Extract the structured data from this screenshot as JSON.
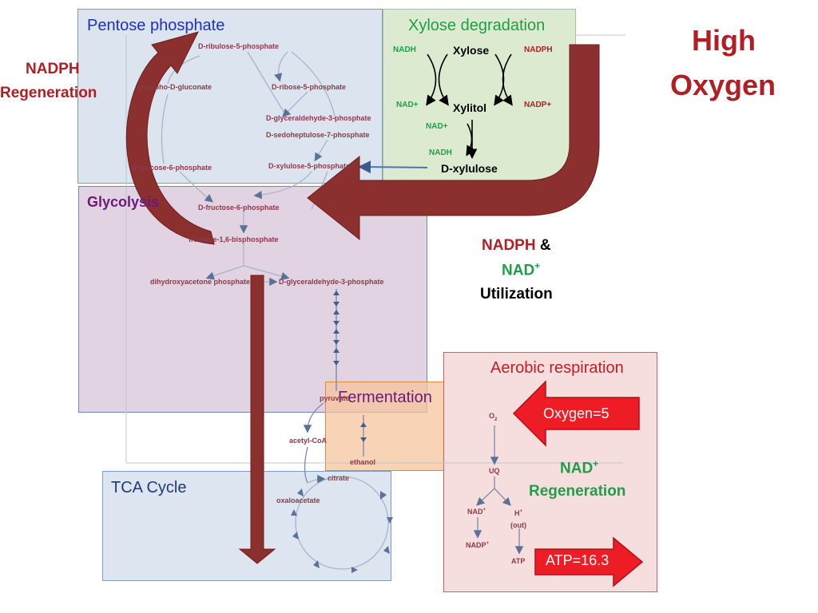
{
  "condition": {
    "line1": "High",
    "line2": "Oxygen"
  },
  "nadph_regen": {
    "line1": "NADPH",
    "line2": "Regeneration"
  },
  "utilization": {
    "nadph": "NADPH",
    "amp": " &",
    "nad": "NAD",
    "sup": "+",
    "word": "Utilization"
  },
  "nad_regen": {
    "nad": "NAD",
    "sup": "+",
    "word": "Regeneration"
  },
  "modules": {
    "pentose": "Pentose phosphate",
    "xylose": "Xylose degradation",
    "glycolysis": "Glycolysis",
    "fermentation": "Fermentation",
    "tca": "TCA Cycle",
    "aerobic": "Aerobic respiration"
  },
  "xylose_pathway": {
    "xylose": "Xylose",
    "xylitol": "Xylitol",
    "xylulose": "D-xylulose",
    "nadh_left": "NADH",
    "nad_left": "NAD+",
    "nadph_right": "NADPH",
    "nadp_right": "NADP+",
    "nad_mid": "NAD+",
    "nadh_mid": "NADH"
  },
  "metabolites": {
    "ribulose5p": "D-ribulose-5-phosphate",
    "gluconate": "phospho-D-gluconate",
    "ribose5p": "D-ribose-5-phosphate",
    "g3p_ppp": "D-glyceraldehyde-3-phosphate",
    "s7p": "D-sedoheptulose-7-phosphate",
    "g6p": "D-glucose-6-phosphate",
    "xu5p": "D-xylulose-5-phosphate",
    "f6p": "D-fructose-6-phosphate",
    "fbp": "fructose-1,6-bisphosphate",
    "dhap": "dihydroxyacetone phosphate",
    "g3p": "D-glyceraldehyde-3-phosphate",
    "pyruvate": "pyruvate",
    "acetylcoa": "acetyl-CoA",
    "ethanol": "ethanol",
    "citrate": "citrate",
    "oxaloacetate": "oxaloacetate"
  },
  "respiration": {
    "o2": "O",
    "o2_sub": "2",
    "uq": "UQ",
    "nad": "NAD",
    "nad_sup": "+",
    "nadp": "NADP",
    "nadp_sup": "+",
    "h": "H",
    "h_sup": "+",
    "h_out": "(out)",
    "atp": "ATP"
  },
  "oxygen_input": "Oxygen=5",
  "atp_output": "ATP=16.3",
  "colors": {
    "flux_arrow": "#8b2f2f",
    "pentose_bg": "#dce4f0",
    "xylose_bg": "#dcebcf",
    "glycolysis_bg": "#e2d3e2",
    "fermentation_bg": "#f6d2b4",
    "tca_bg": "#dde5f0",
    "aerobic_bg": "#f7dede",
    "red_text": "#b01f24",
    "green_text": "#1f9e4a",
    "blue_text": "#1f2fbf",
    "purple_text": "#6b1a7a",
    "metabolite_text": "#8b3a4a",
    "io_arrow": "#ee1c25"
  }
}
